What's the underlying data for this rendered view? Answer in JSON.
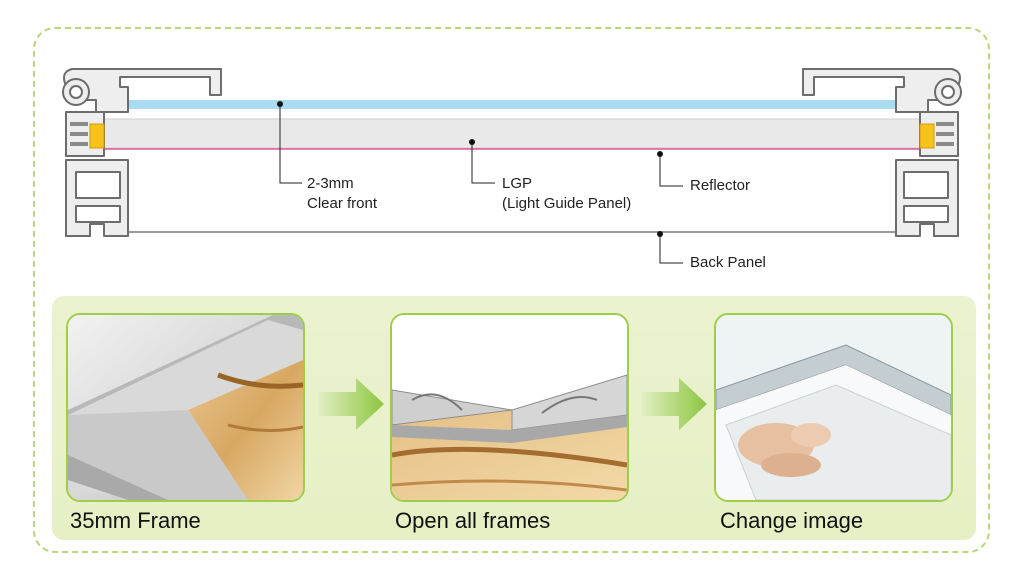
{
  "diagram": {
    "labels": {
      "clear_front_line1": "2-3mm",
      "clear_front_line2": "Clear front",
      "lgp_line1": "LGP",
      "lgp_line2": "(Light Guide Panel)",
      "reflector": "Reflector",
      "back_panel": "Back Panel"
    },
    "colors": {
      "clear_front": "#a9dcf1",
      "lgp": "#e8e8e8",
      "reflector": "#e0559a",
      "led": "#f7c21c",
      "frame_stroke": "#6d6d6d",
      "frame_fill": "#eeeeee"
    }
  },
  "steps": [
    {
      "label": "35mm Frame"
    },
    {
      "label": "Open all frames"
    },
    {
      "label": "Change image"
    }
  ],
  "theme": {
    "dashed_border": "#b9d77a",
    "panel_background": "#e8f1c9",
    "photo_border": "#9fcd4a",
    "arrow_color": "#8cc63f"
  }
}
